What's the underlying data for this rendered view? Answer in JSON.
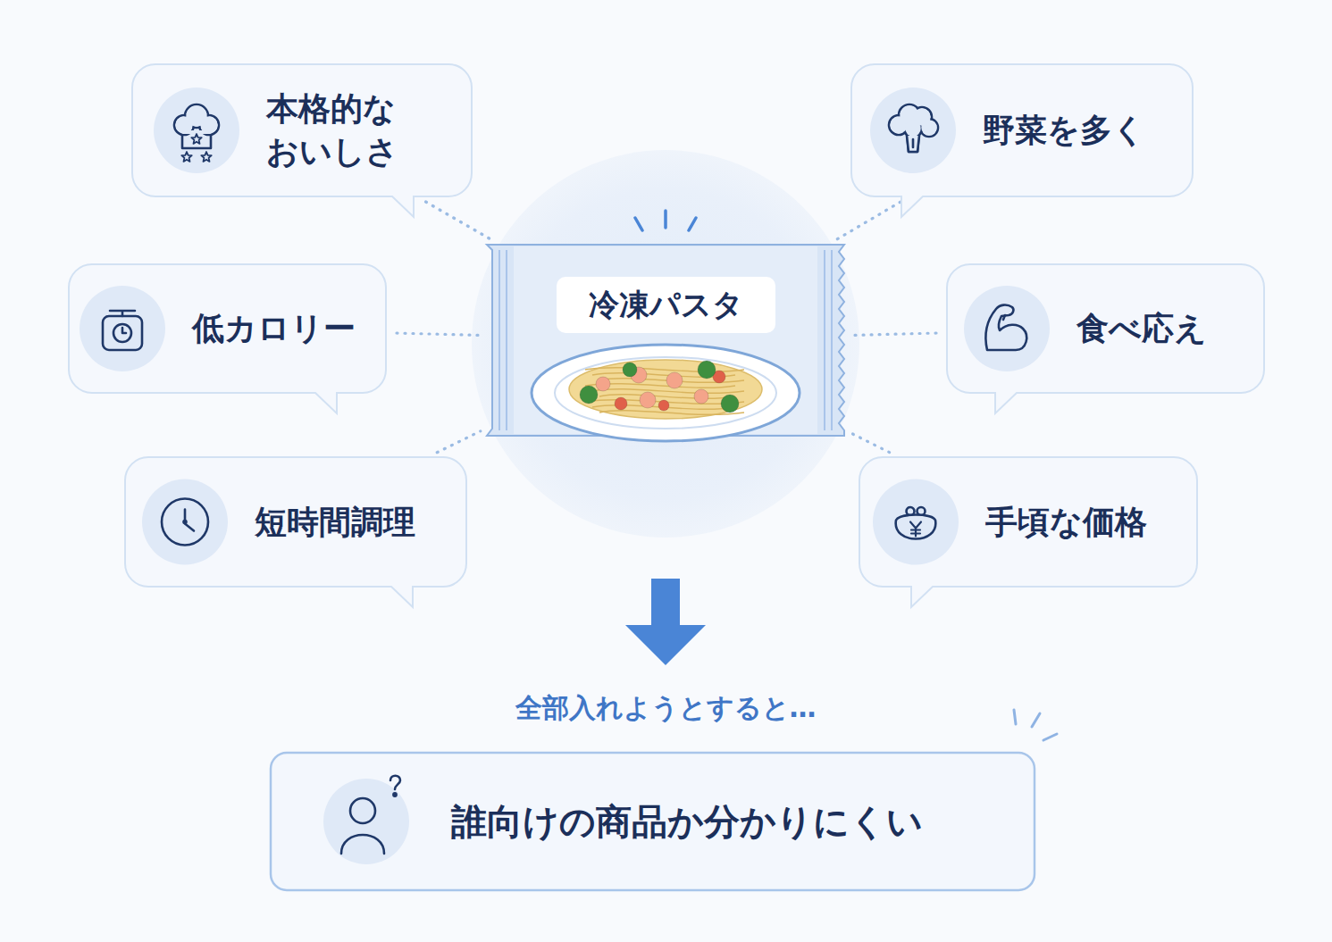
{
  "diagram": {
    "nodes": [
      {
        "text": [
          "本格的な おいしさ"
        ]
      },
      {
        "text": [
          "野菜を多く"
        ]
      },
      {
        "text": [
          "低カロリー"
        ]
      },
      {
        "text": [
          "食べ応え"
        ]
      },
      {
        "text": [
          "短時間調理"
        ]
      },
      {
        "text": [
          "手頃な価格"
        ]
      },
      {
        "text": [
          "冷凍パスタ"
        ]
      },
      {
        "text": [
          "誰向けの商品か分かりにくい"
        ]
      }
    ],
    "edges": [
      {
        "from": 0,
        "to": 6,
        "arrow": "none"
      },
      {
        "from": 1,
        "to": 6,
        "arrow": "none"
      },
      {
        "from": 2,
        "to": 6,
        "arrow": "none"
      },
      {
        "from": 3,
        "to": 6,
        "arrow": "none"
      },
      {
        "from": 4,
        "to": 6,
        "arrow": "none"
      },
      {
        "from": 5,
        "to": 6,
        "arrow": "none"
      }
    ],
    "labels": [
      "全部入れようとすると…"
    ]
  }
}
